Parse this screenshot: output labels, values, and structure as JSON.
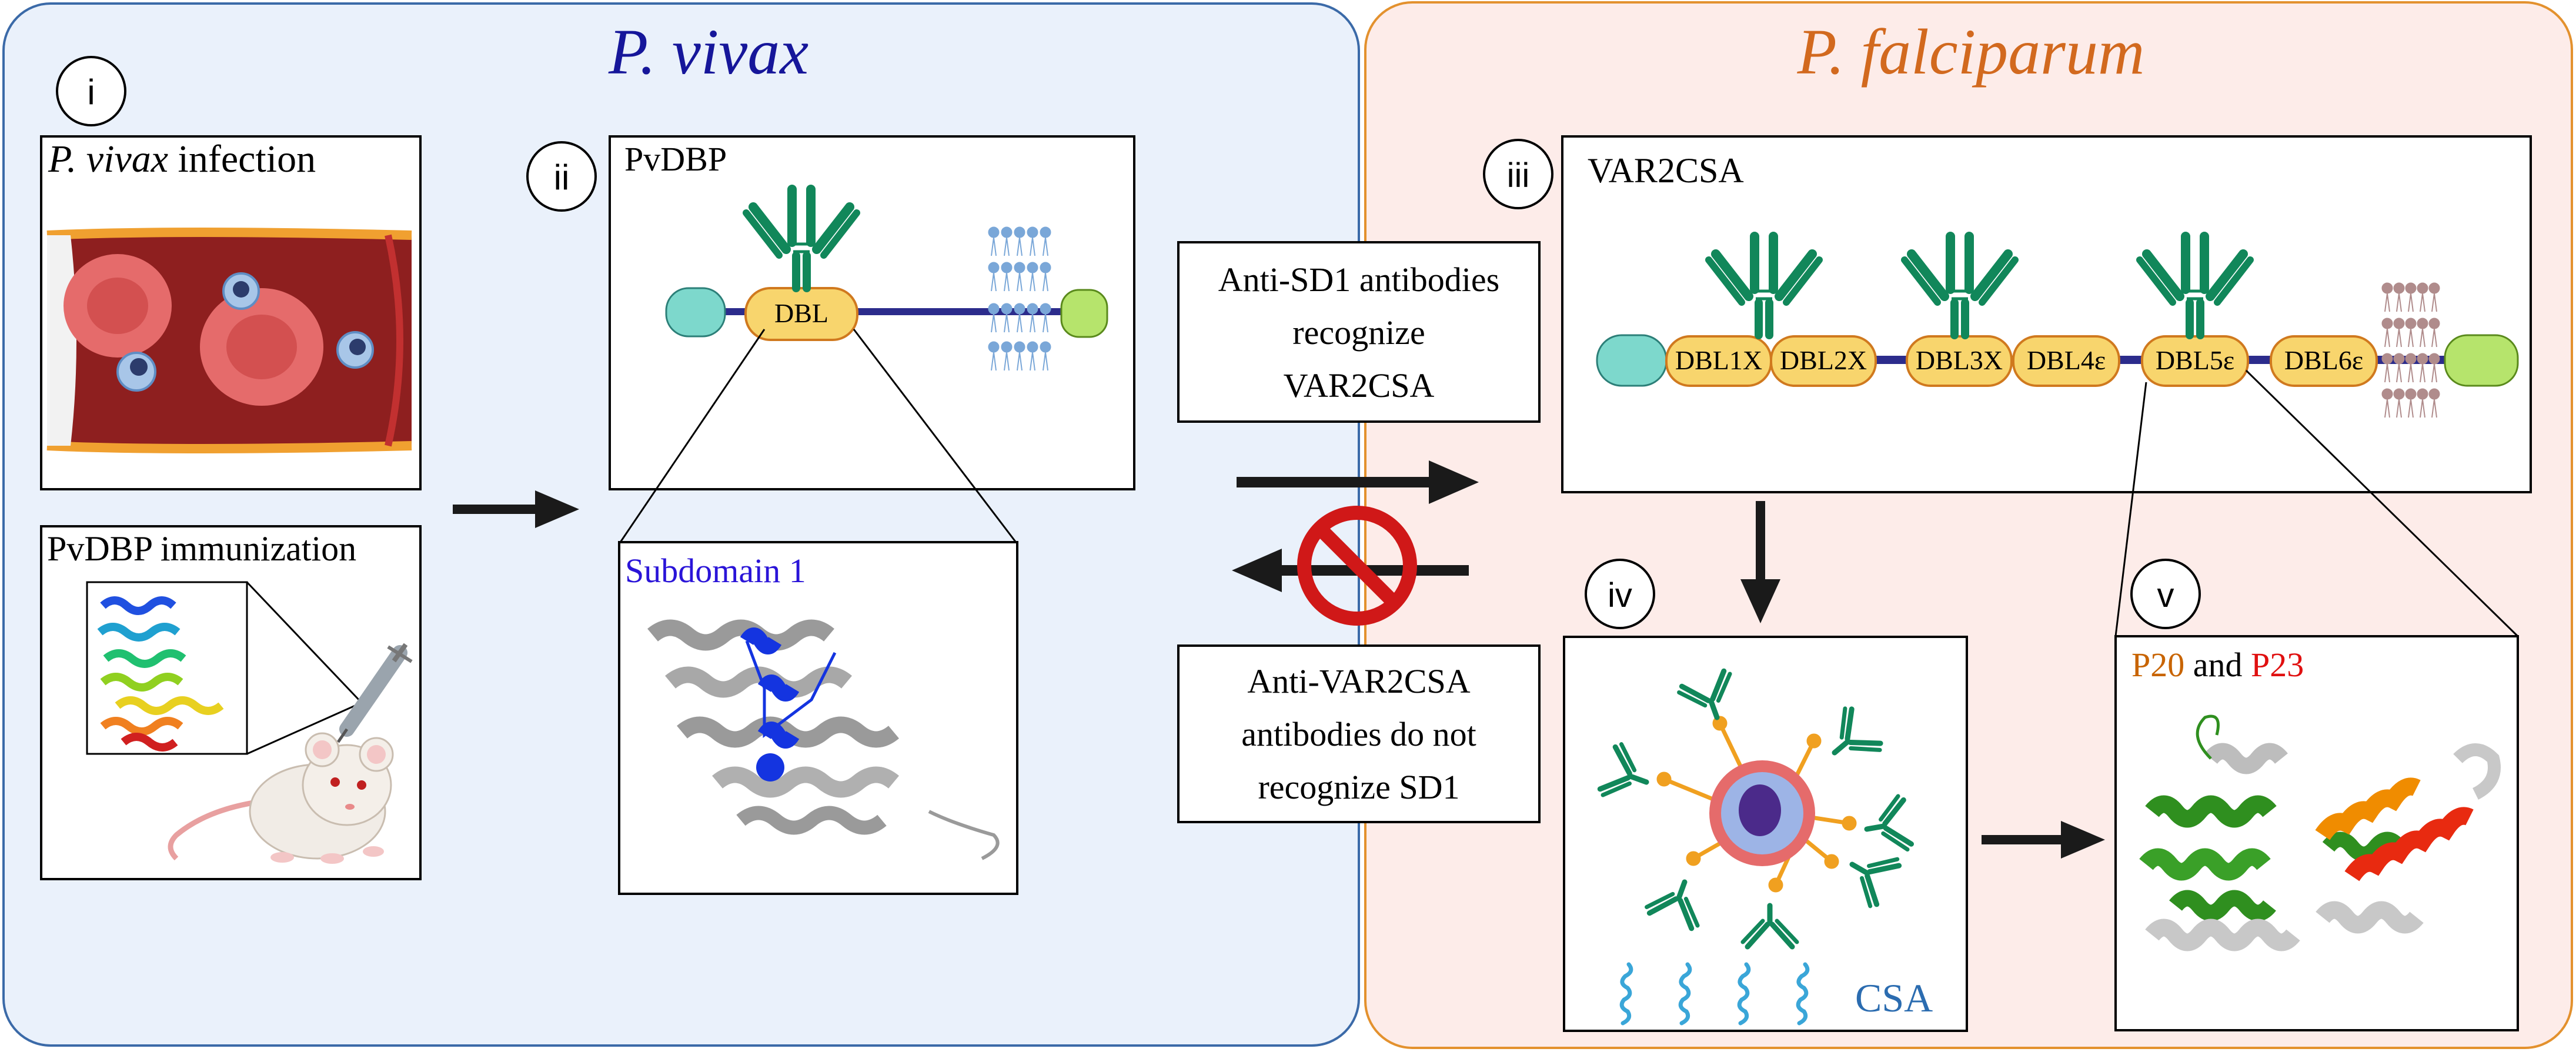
{
  "panels": {
    "vivax": {
      "title": "P. vivax",
      "title_color": "#16169a"
    },
    "falciparum": {
      "title": "P. falciparum",
      "title_color": "#d2691e"
    }
  },
  "labels": {
    "i": "i",
    "ii": "ii",
    "iii": "iii",
    "iv": "iv",
    "v": "v"
  },
  "infection": {
    "species": "P. vivax",
    "rest": " infection"
  },
  "immunization": {
    "title": "PvDBP immunization"
  },
  "pvdbp": {
    "title": "PvDBP",
    "domain": "DBL"
  },
  "subdomain": {
    "title": "Subdomain 1",
    "color": "#2a14d8"
  },
  "var2csa": {
    "title": "VAR2CSA",
    "domains": [
      "DBL1X",
      "DBL2X",
      "DBL3X",
      "DBL4ε",
      "DBL5ε",
      "DBL6ε"
    ]
  },
  "middle": {
    "box1": [
      "Anti-SD1 antibodies",
      "recognize",
      "VAR2CSA"
    ],
    "box2": [
      "Anti-VAR2CSA",
      "antibodies do not",
      "recognize SD1"
    ]
  },
  "csa": {
    "label": "CSA",
    "color": "#2b6cb0"
  },
  "peptides": {
    "p20": "P20",
    "and": " and ",
    "p23": "P23",
    "p20_color": "#c86400",
    "p23_color": "#e01010"
  },
  "colors": {
    "antibody": "#11875a",
    "dbl_fill": "#f8d56d",
    "dbl_stroke": "#d0791e",
    "cyan_domain": "#7dd8cc",
    "green_domain": "#b6e46c",
    "linker": "#2c2c8c",
    "vivax_bg": "#eaf1fb",
    "falciparum_bg": "#fdece9"
  }
}
